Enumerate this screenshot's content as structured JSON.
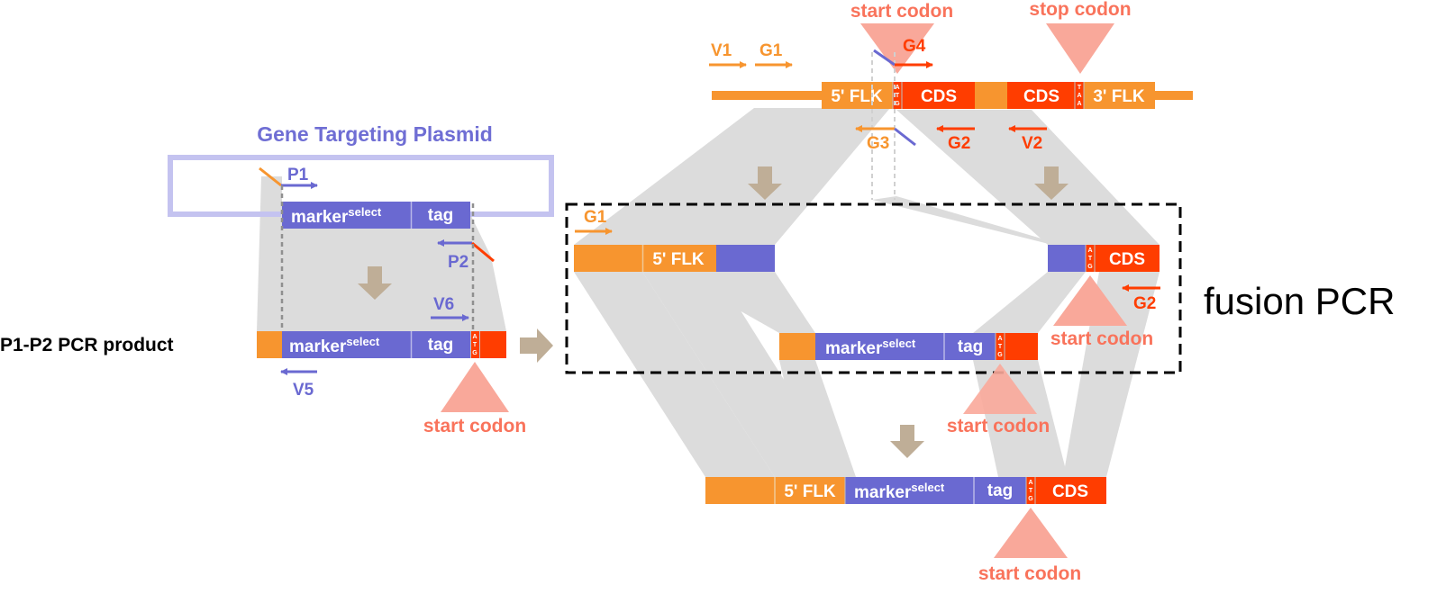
{
  "colors": {
    "orange": "#F7952F",
    "red": "#FF3D00",
    "purple": "#6A69D1",
    "salmon": "#F9A89A",
    "salmon_text": "#F9735B",
    "gray": "#DCDCDC",
    "tan": "#BFAE97",
    "lavender": "#C4C3F0",
    "plasmid_title": "#6F6ED4"
  },
  "plasmid": {
    "title": "Gene Targeting Plasmid",
    "marker": "marker",
    "marker_sup": "select",
    "tag": "tag"
  },
  "primers": {
    "P1": "P1",
    "P2": "P2",
    "V5": "V5",
    "V6": "V6",
    "V1": "V1",
    "G1": "G1",
    "G4": "G4",
    "G3": "G3",
    "G2": "G2",
    "V2": "V2"
  },
  "pcr_product": {
    "label": "P1-P2 PCR product",
    "marker": "marker",
    "marker_sup": "select",
    "tag": "tag",
    "atg": [
      "A",
      "T",
      "G"
    ],
    "start_codon": "start codon"
  },
  "genomic": {
    "five_flk": "5' FLK",
    "atg": [
      "A",
      "T",
      "G"
    ],
    "cds1": "CDS",
    "cds2": "CDS",
    "taa": [
      "T",
      "A",
      "A"
    ],
    "three_flk": "3' FLK",
    "start_codon": "start codon",
    "stop_codon": "stop codon"
  },
  "fusion": {
    "label": "fusion PCR",
    "frag1_flk": "5' FLK",
    "frag3_atg": [
      "A",
      "T",
      "G"
    ],
    "frag3_cds": "CDS",
    "frag3_start_codon": "start codon",
    "frag2_marker": "marker",
    "frag2_sup": "select",
    "frag2_tag": "tag",
    "frag2_atg": [
      "A",
      "T",
      "G"
    ],
    "frag2_start_codon": "start codon"
  },
  "final": {
    "five_flk": "5' FLK",
    "marker": "marker",
    "marker_sup": "select",
    "tag": "tag",
    "atg": [
      "A",
      "T",
      "G"
    ],
    "cds": "CDS",
    "start_codon": "start codon"
  }
}
